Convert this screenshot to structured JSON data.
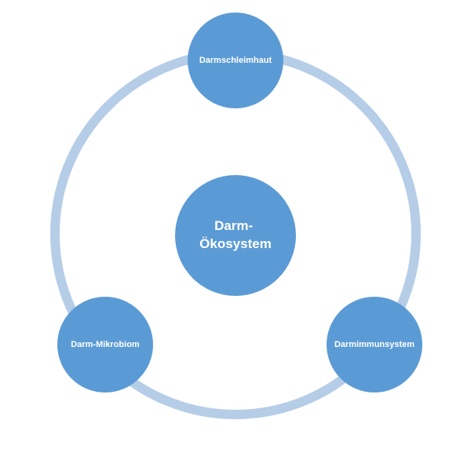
{
  "colors": {
    "ring": "#b6cde8",
    "node": "#5b9bd5",
    "text": "#ffffff"
  },
  "center": {
    "line1": "Darm-",
    "line2": "Ökosystem"
  },
  "nodes": [
    {
      "label": "Darmschleimhaut"
    },
    {
      "label": "Darmimmunsystem"
    },
    {
      "label": "Darm-Mikrobiom"
    }
  ]
}
